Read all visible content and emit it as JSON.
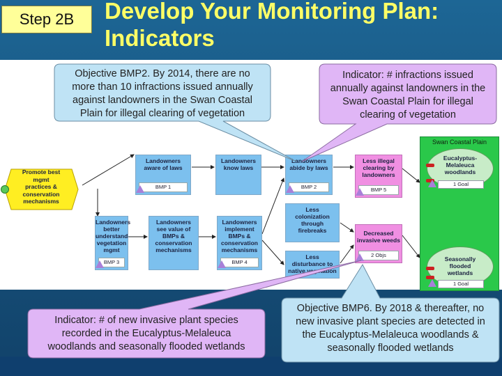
{
  "header": {
    "step_label": "Step 2B",
    "title_line1": "Develop Your Monitoring Plan:",
    "title_line2": "Indicators"
  },
  "callouts": {
    "objective_bmp2": [
      "Objective BMP2. By 2014, there are no",
      "more than 10 infractions issued annually",
      "against landowners in the Swan Coastal",
      "Plain for illegal clearing of vegetation"
    ],
    "indicator_infractions": [
      "Indicator: # infractions issued",
      "annually against landowners in the",
      "Swan Coastal Plain for illegal",
      "clearing of vegetation"
    ],
    "indicator_invasive": [
      "Indicator: # of new invasive plant species",
      "recorded in the Eucalyptus-Melaleuca",
      "woodlands and seasonally flooded wetlands"
    ],
    "objective_bmp6": [
      "Objective BMP6. By 2018 & thereafter, no",
      "new invasive plant species are detected in",
      "the Eucalyptus-Melaleuca woodlands &",
      "seasonally flooded wetlands"
    ]
  },
  "diagram": {
    "strategy": [
      "Promote best",
      "mgmt",
      "practices &",
      "conservation",
      "mechanisms"
    ],
    "nodes": {
      "aware": {
        "lines": [
          "Landowners",
          "aware of laws"
        ],
        "tag": "BMP 1"
      },
      "know": {
        "lines": [
          "Landowners",
          "know laws"
        ],
        "tag": ""
      },
      "abide": {
        "lines": [
          "Landowners",
          "abide by laws"
        ],
        "tag": "BMP 2"
      },
      "less_clearing": {
        "lines": [
          "Less illegal",
          "clearing by",
          "landowners"
        ],
        "tag": "BMP 5"
      },
      "understand": {
        "lines": [
          "Landowners",
          "better",
          "understand",
          "vegetation",
          "mgmt"
        ],
        "tag": "BMP 3"
      },
      "see_value": {
        "lines": [
          "Landowners",
          "see value of",
          "BMPs &",
          "conservation",
          "mechanisms"
        ],
        "tag": ""
      },
      "implement": {
        "lines": [
          "Landowners",
          "implement",
          "BMPs &",
          "conservation",
          "mechanisms"
        ],
        "tag": "BMP 4"
      },
      "less_colonization": {
        "lines": [
          "Less",
          "colonization",
          "through",
          "firebreaks"
        ],
        "tag": ""
      },
      "decreased_weeds": {
        "lines": [
          "Decreased",
          "invasive weeds"
        ],
        "tag": "2 Objs"
      },
      "less_disturbance": {
        "lines": [
          "Less",
          "disturbance to",
          "native vegetation"
        ],
        "tag": ""
      }
    },
    "panel": {
      "title": "Swan Coastal Plain",
      "target1": {
        "lines": [
          "Eucalyptus-",
          "Melaleuca",
          "woodlands"
        ],
        "goal": "1 Goal"
      },
      "target2": {
        "lines": [
          "Seasonally",
          "flooded",
          "wetlands"
        ],
        "goal": "1 Goal"
      }
    }
  }
}
